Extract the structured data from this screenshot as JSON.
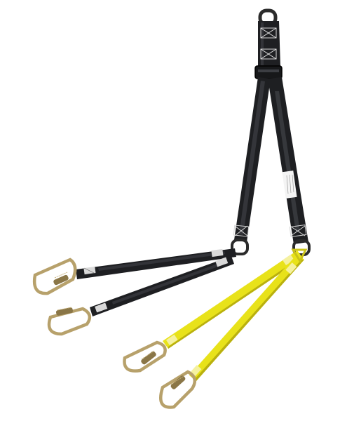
{
  "image": {
    "subject": "lifting-sling",
    "background": "#ffffff",
    "colors": {
      "black_webbing": "#1e1f22",
      "black_webbing_highlight": "#4a4c52",
      "yellow_webbing": "#e8e21a",
      "yellow_webbing_shadow": "#b9b00f",
      "hardware_metal": "#b7a16b",
      "hardware_dark": "#6f5f36",
      "stitching": "#d9d9d9",
      "label": "#f4f4f4"
    },
    "parts": {
      "top_ring": "d-ring-icon",
      "adjuster": "buckle-icon",
      "legs": [
        "black-leg-left",
        "black-leg-right",
        "yellow-leg-left",
        "yellow-leg-right"
      ],
      "connectors": [
        "carabiner-icon",
        "carabiner-icon",
        "carabiner-icon",
        "carabiner-icon"
      ]
    }
  }
}
